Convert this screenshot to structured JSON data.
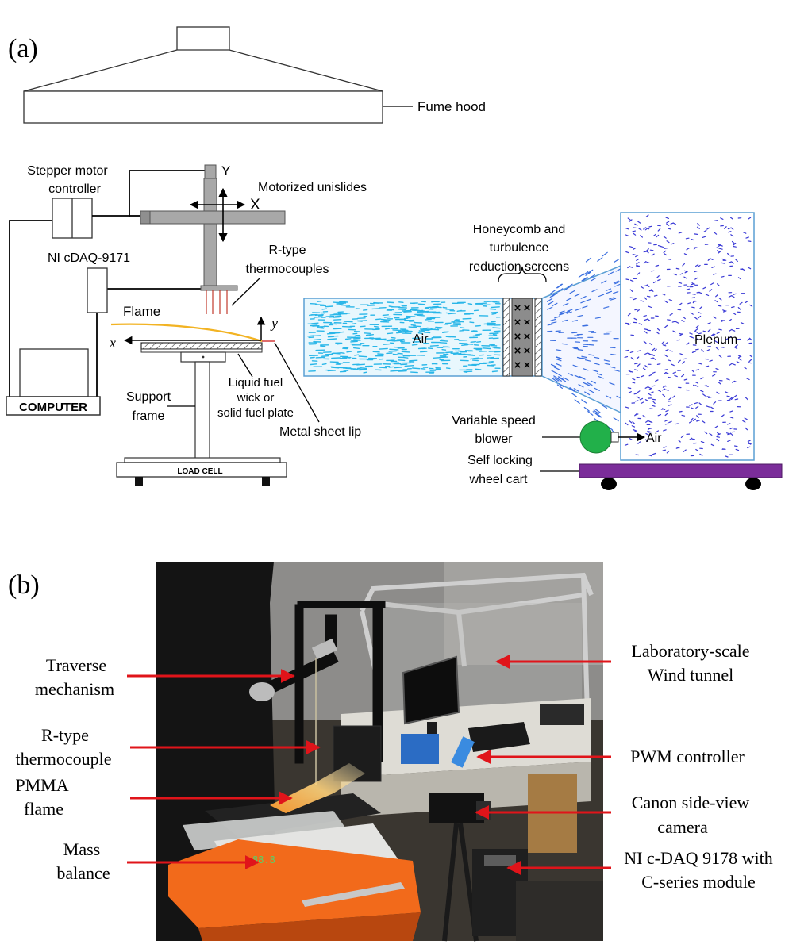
{
  "panel_a": {
    "label": "(a)",
    "fume_hood": "Fume hood",
    "stepper_motor_controller": [
      "Stepper motor",
      "controller"
    ],
    "axis_y_upper": "Y",
    "axis_x_upper": "X",
    "motorized_unislides": "Motorized unislides",
    "ni_cdaq": "NI cDAQ-9171",
    "r_type_thermocouples": [
      "R-type",
      "thermocouples"
    ],
    "flame": "Flame",
    "axis_y_lower": "y",
    "axis_x_lower": "x",
    "computer": "COMPUTER",
    "support_frame": [
      "Support",
      "frame"
    ],
    "liquid_fuel": [
      "Liquid fuel",
      "wick or",
      "solid fuel plate"
    ],
    "metal_sheet_lip": "Metal sheet lip",
    "load_cell": "LOAD CELL",
    "honeycomb": [
      "Honeycomb and",
      "turbulence",
      "reduction screens"
    ],
    "air_tunnel": "Air",
    "plenum": "Plenum",
    "variable_speed_blower": [
      "Variable speed",
      "blower"
    ],
    "air_blower": "Air",
    "self_locking_cart": [
      "Self locking",
      "wheel cart"
    ],
    "colors": {
      "flame": "#f2b323",
      "tunnel_fill": "#29b6e8",
      "tunnel_stroke": "#5a9fd4",
      "plenum": "#3b3bd6",
      "blower": "#22b04a",
      "cart": "#7b2d9a",
      "lip": "#d23b3b"
    }
  },
  "panel_b": {
    "label": "(b)",
    "traverse": [
      "Traverse",
      "mechanism"
    ],
    "r_type_thermocouple": [
      "R-type",
      "thermocouple"
    ],
    "pmma": [
      "PMMA",
      "flame"
    ],
    "mass_balance": [
      "Mass",
      "balance"
    ],
    "wind_tunnel": [
      "Laboratory-scale",
      "Wind tunnel"
    ],
    "pwm": "PWM controller",
    "canon": [
      "Canon side-view",
      "camera"
    ],
    "ni_daq": [
      "NI c-DAQ 9178 with",
      "C-series module"
    ],
    "balance_display": "88.8",
    "colors": {
      "arrow": "#e0141a"
    }
  }
}
